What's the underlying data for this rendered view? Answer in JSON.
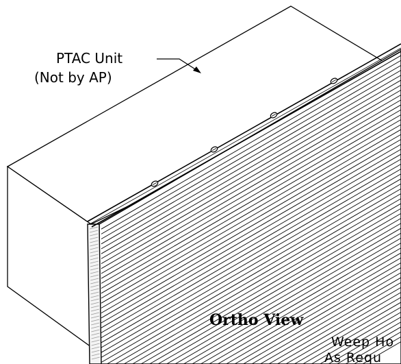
{
  "labels": {
    "unit_line1": "PTAC Unit",
    "unit_line2": "(Not by AP)",
    "view_title": "Ortho View",
    "weep_line1": "Weep Ho",
    "weep_line2": "As Requ"
  },
  "colors": {
    "line": "#000000",
    "background": "#ffffff",
    "edge_hatch": "#999999"
  }
}
